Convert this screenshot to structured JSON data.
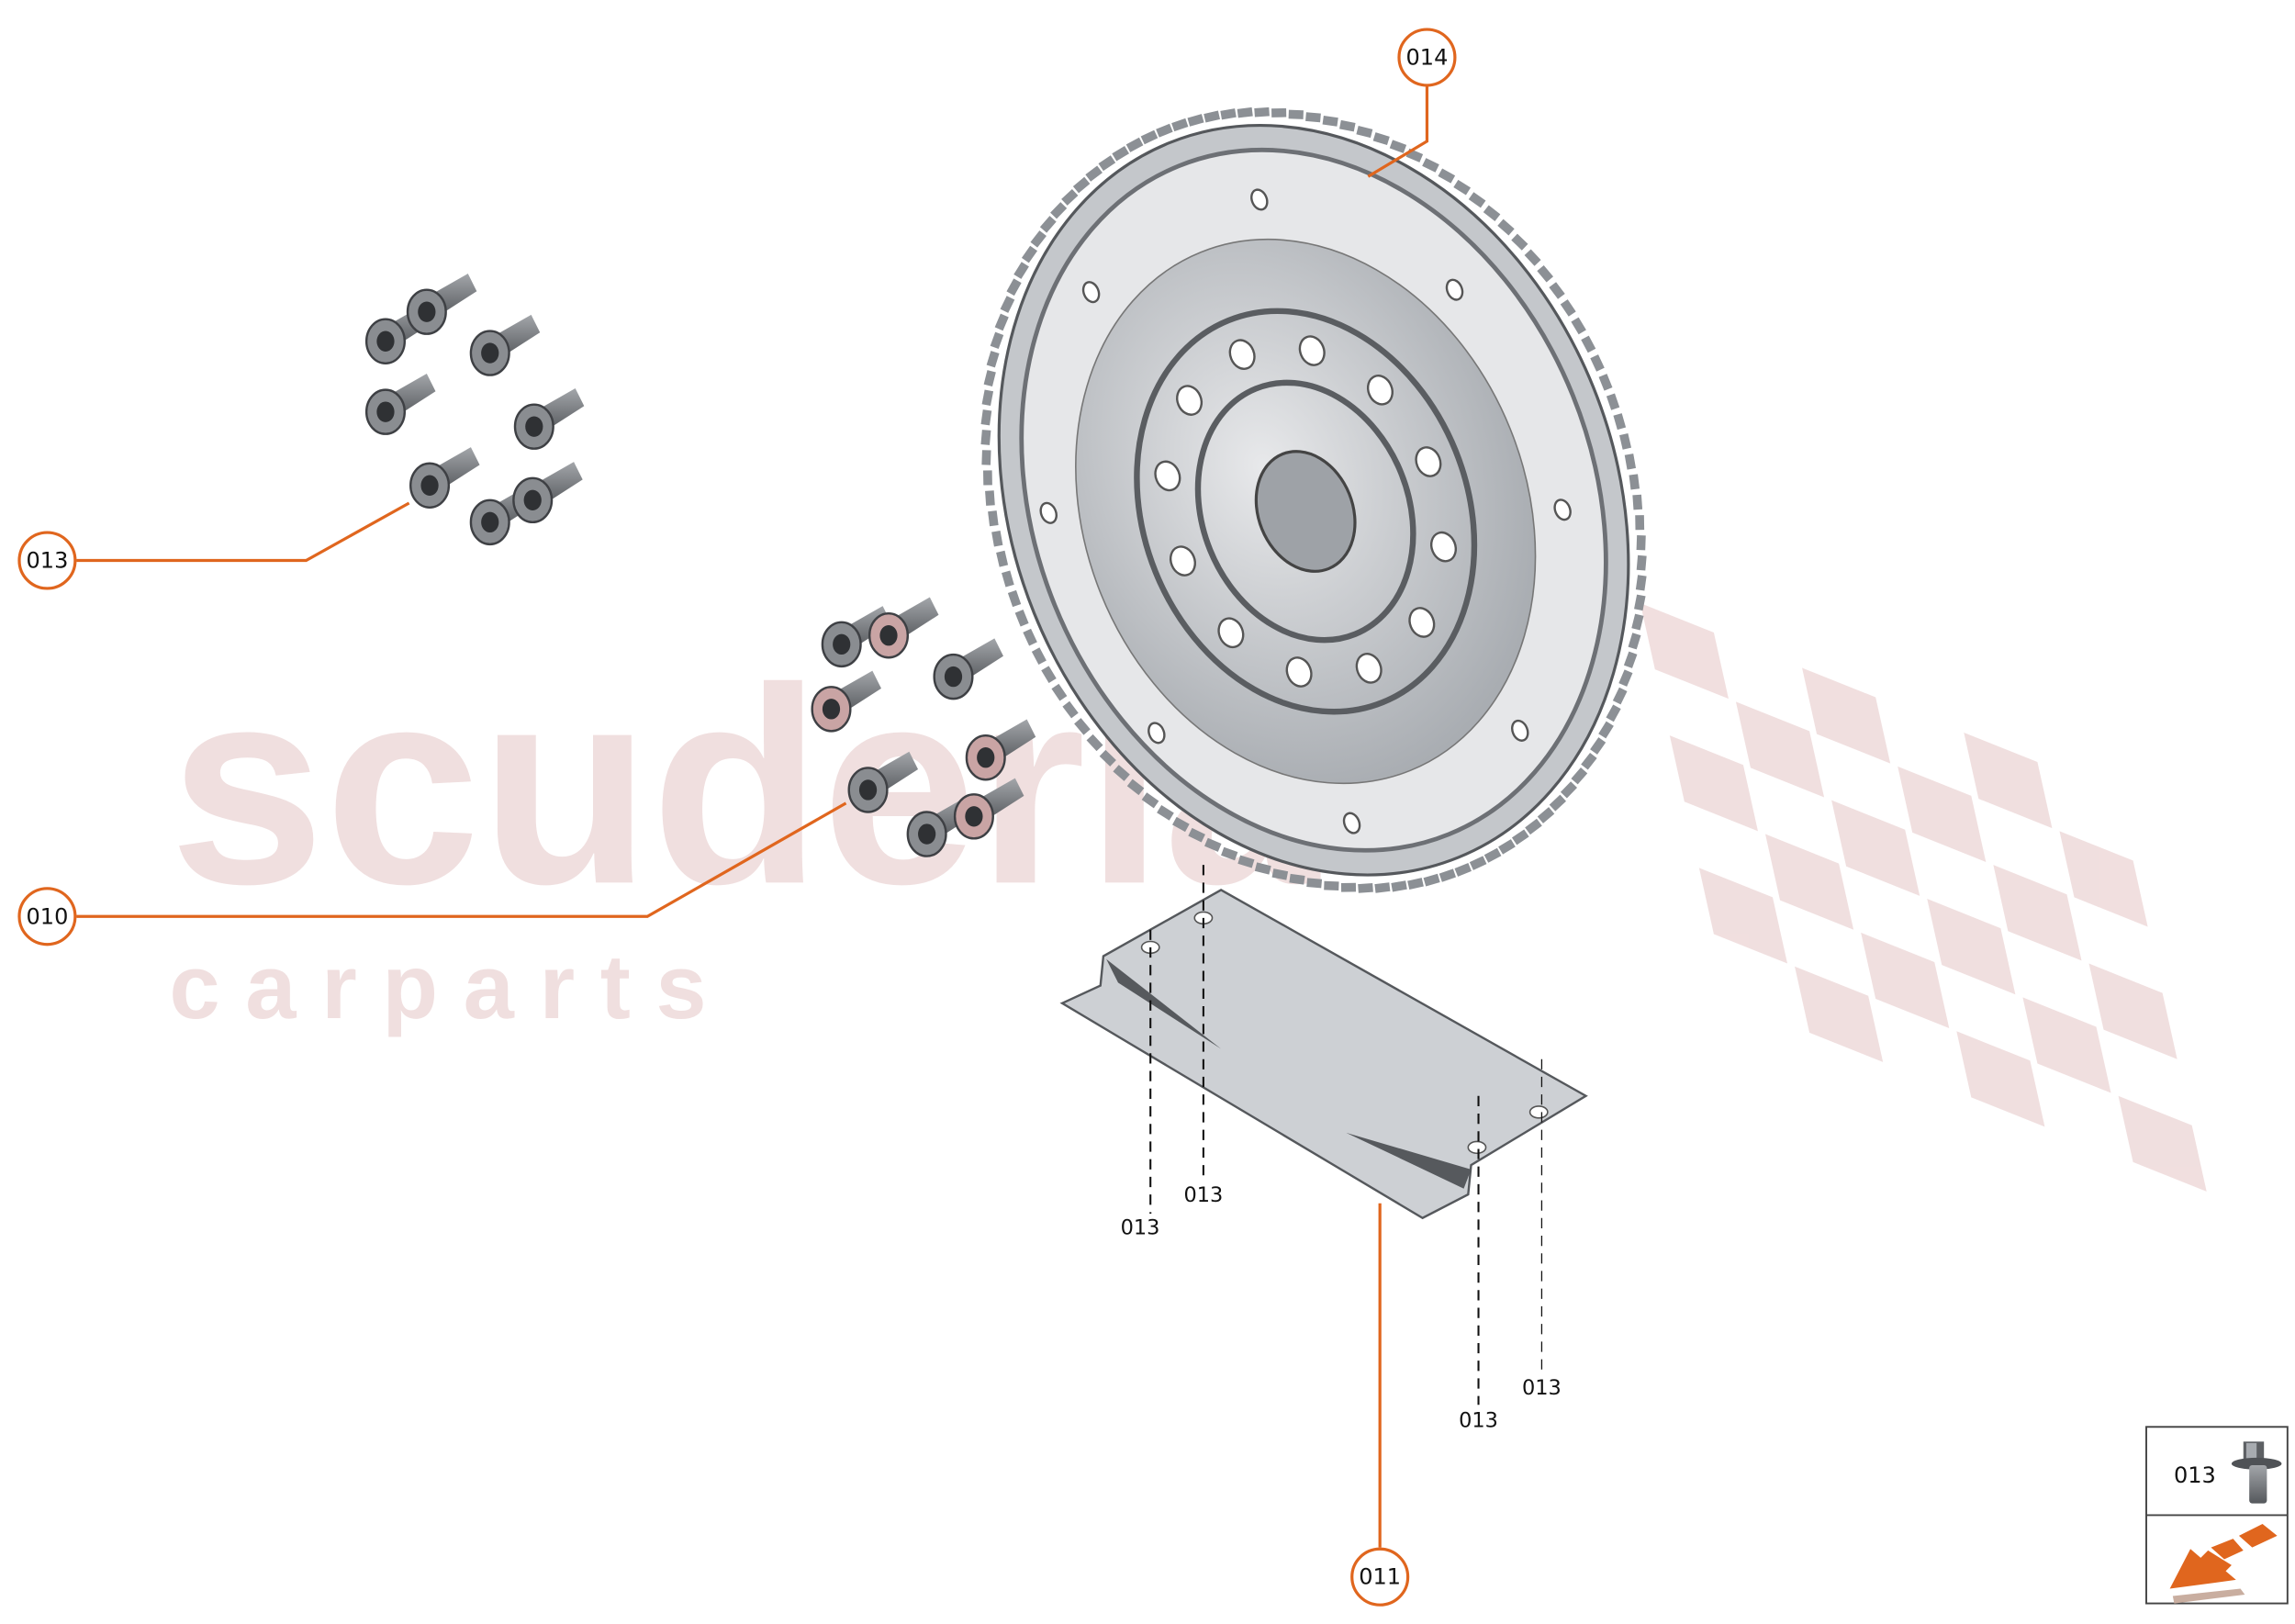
{
  "watermark": {
    "line1": "scuderia",
    "line2": "c a r   p a r t s"
  },
  "callouts": {
    "c014": "014",
    "c013": "013",
    "c010": "010",
    "c011": "011"
  },
  "fastener_labels": [
    "013",
    "013",
    "013",
    "013"
  ],
  "legend": {
    "part_number": "013",
    "part_icon": "hex-flange-bolt-icon",
    "nav_icon": "orange-arrow-icon"
  },
  "colors": {
    "callout": "#e0661e",
    "part_gray": "#9a9ea3",
    "watermark": "#efdcdc"
  }
}
